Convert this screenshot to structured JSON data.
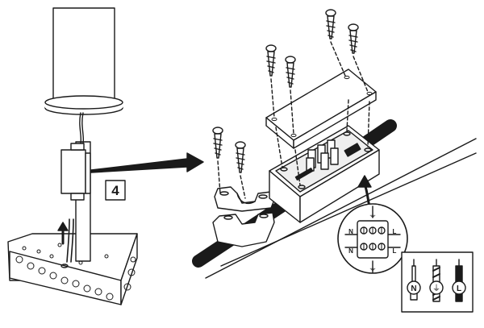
{
  "step": {
    "number": "4"
  },
  "terminal": {
    "top_symbol": "⏚",
    "bottom_symbol": "⏚",
    "left_top": "N",
    "left_bottom": "N",
    "right_top": "L",
    "right_bottom": "L"
  },
  "wire_legend": [
    {
      "label": "N",
      "kind": "neutral"
    },
    {
      "label": "⏚",
      "kind": "earth"
    },
    {
      "label": "L",
      "kind": "live"
    }
  ],
  "colors": {
    "ink": "#1a1a1a",
    "paper": "#ffffff",
    "shade": "#dcdcdc"
  }
}
